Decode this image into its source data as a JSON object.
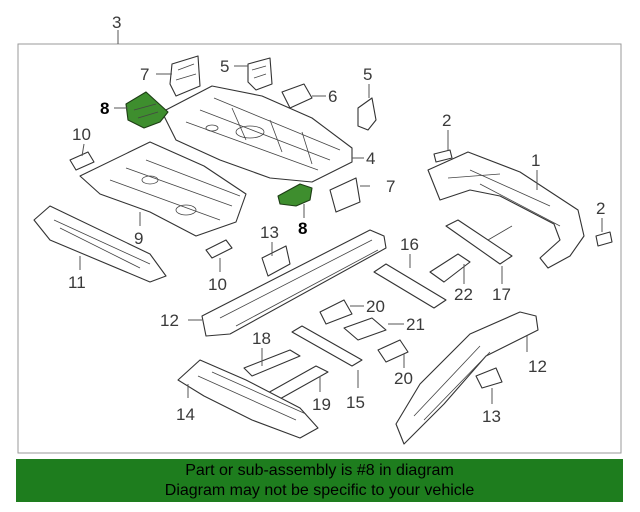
{
  "diagram": {
    "callouts": {
      "n3": "3",
      "n5a": "5",
      "n5b": "5",
      "n7a": "7",
      "n7b": "7",
      "n6": "6",
      "n4": "4",
      "n8a": "8",
      "n8b": "8",
      "n10a": "10",
      "n10b": "10",
      "n2a": "2",
      "n2b": "2",
      "n1": "1",
      "n9": "9",
      "n11": "11",
      "n13a": "13",
      "n13b": "13",
      "n16": "16",
      "n22": "22",
      "n17": "17",
      "n12a": "12",
      "n12b": "12",
      "n20a": "20",
      "n20b": "20",
      "n21": "21",
      "n18": "18",
      "n14": "14",
      "n19": "19",
      "n15": "15"
    },
    "highlight_color": "#3e8e2e"
  },
  "banner": {
    "line1": "Part or sub-assembly is #8 in diagram",
    "line2": "Diagram may not be specific to your vehicle",
    "background": "#1e7d1e"
  }
}
